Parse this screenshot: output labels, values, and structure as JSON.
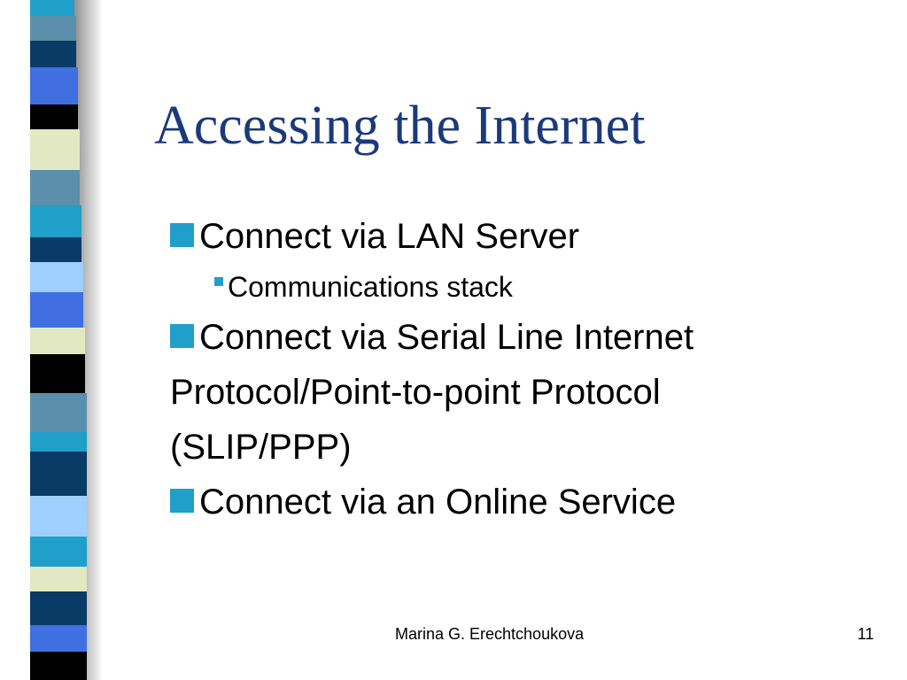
{
  "slide": {
    "title": "Accessing the Internet",
    "bullets": [
      {
        "level": 1,
        "text": "Connect via LAN Server"
      },
      {
        "level": 2,
        "text": "Communications stack"
      },
      {
        "level": 1,
        "text": "Connect via Serial Line Internet"
      },
      {
        "level": 0,
        "text": "Protocol/Point-to-point Protocol"
      },
      {
        "level": 0,
        "text": "(SLIP/PPP)"
      },
      {
        "level": 1,
        "text": "Connect via an Online Service"
      }
    ],
    "footer": {
      "author": "Marina G. Erechtchoukova",
      "page_number": "11"
    }
  },
  "colors": {
    "title": "#1b3a7a",
    "bullet": "#1f9fc9",
    "palette": [
      "#1f9fc9",
      "#5b8fab",
      "#0a3a66",
      "#3f6fe0",
      "#000000",
      "#e2e8c2",
      "#9fcfff"
    ]
  }
}
